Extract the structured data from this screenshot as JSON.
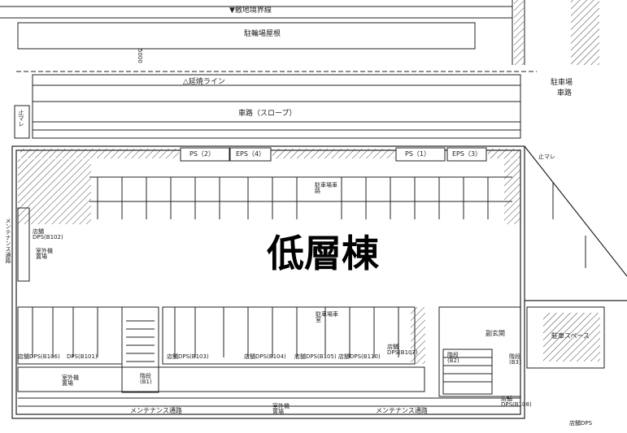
{
  "title": "低層棟",
  "labels": {
    "site_boundary": "▼敷地境界線",
    "parking_roof_line": "駐輪場屋根",
    "dim_5000": "5000",
    "extension_line": "△延焼ライン",
    "ramp": "車路（スロープ）",
    "parking_area": "駐車場",
    "roadway": "車路",
    "stop": "止マレ",
    "stop_right": "止マレ",
    "ps2": "PS（2）",
    "eps4": "EPS（4）",
    "ps1": "PS（1）",
    "eps3": "EPS（3）",
    "parking_roadway_upper": "駐車場車路",
    "parking_roadway_lower": "駐車場車室",
    "dps_b102": "店舗DPS(B102)",
    "outdoor_unit_left": "室外機置場",
    "maintenance_side": "メンテナンス通路",
    "dps_b106": "店舗DPS(B106)",
    "dps_b101": "DPS(B101)",
    "dps_b103": "店舗DPS(B103)",
    "dps_b104": "店舗DPS(B104)",
    "dps_b105": "店舗DPS(B105)",
    "dps_b110": "店舗DPS(B110)",
    "dps_b107": "店舗DPS(B107)",
    "stair_b1": "階段(B1)",
    "outdoor_unit_bottom_left": "室外機置場",
    "maintenance_left": "メンテナンス通路",
    "outdoor_unit_bottom_mid": "室外機置場",
    "maintenance_right": "メンテナンス通路",
    "vestibule": "副玄関",
    "stair_b2": "階段(B2)",
    "stair_b3": "階段(B3)",
    "parking_space": "駐車スペース",
    "dps_b108": "店舗DPS(B108)",
    "dps_bottom": "店舗DPS"
  },
  "colors": {
    "line": "#222222",
    "hatch": "#555555",
    "title": "#000000"
  }
}
